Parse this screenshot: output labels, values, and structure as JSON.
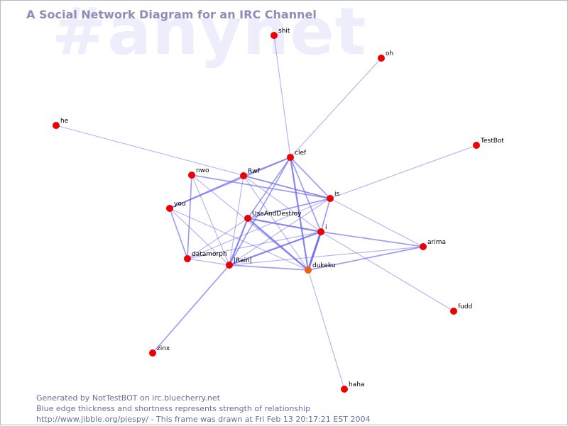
{
  "watermark": "#anynet",
  "title": "A Social Network Diagram for an IRC Channel",
  "footer": {
    "line1": "Generated by NotTestBOT on irc.bluecherry.net",
    "line2": "Blue edge thickness and shortness represents strength of relationship",
    "line3": "http://www.jibble.org/piespy/ - This frame was drawn at Fri Feb 13 20:17:21 EST 2004"
  },
  "colors": {
    "node": "#ee0000",
    "node_active": "#f06010",
    "edge": "#6a6af0",
    "title": "#8d8db8",
    "watermark": "#ededfb"
  },
  "nodes": [
    {
      "id": "shit",
      "label": "shit"
    },
    {
      "id": "oh",
      "label": "oh"
    },
    {
      "id": "he",
      "label": "he"
    },
    {
      "id": "TestBot",
      "label": "TestBot"
    },
    {
      "id": "clef",
      "label": "clef"
    },
    {
      "id": "nwo",
      "label": "nwo"
    },
    {
      "id": "Rwf",
      "label": "Rwf"
    },
    {
      "id": "is",
      "label": "is"
    },
    {
      "id": "you",
      "label": "you"
    },
    {
      "id": "UseAndDestroy",
      "label": "UseAndDestroy"
    },
    {
      "id": "i",
      "label": "i"
    },
    {
      "id": "arima",
      "label": "arima"
    },
    {
      "id": "datamorph",
      "label": "datamorph"
    },
    {
      "id": "Rain",
      "label": "|Rain|"
    },
    {
      "id": "dukeku",
      "label": "dukeku",
      "active": true
    },
    {
      "id": "fudd",
      "label": "fudd"
    },
    {
      "id": "zinx",
      "label": "zinx"
    },
    {
      "id": "haha",
      "label": "haha"
    }
  ],
  "edges": [
    {
      "from": "shit",
      "to": "clef",
      "weight": 1
    },
    {
      "from": "oh",
      "to": "clef",
      "weight": 1
    },
    {
      "from": "he",
      "to": "is",
      "weight": 1
    },
    {
      "from": "TestBot",
      "to": "is",
      "weight": 1
    },
    {
      "from": "clef",
      "to": "Rwf",
      "weight": 2
    },
    {
      "from": "clef",
      "to": "is",
      "weight": 2
    },
    {
      "from": "clef",
      "to": "UseAndDestroy",
      "weight": 2
    },
    {
      "from": "clef",
      "to": "i",
      "weight": 2
    },
    {
      "from": "clef",
      "to": "dukeku",
      "weight": 3
    },
    {
      "from": "clef",
      "to": "Rain",
      "weight": 2
    },
    {
      "from": "clef",
      "to": "you",
      "weight": 2
    },
    {
      "from": "nwo",
      "to": "is",
      "weight": 2
    },
    {
      "from": "nwo",
      "to": "datamorph",
      "weight": 2
    },
    {
      "from": "nwo",
      "to": "Rain",
      "weight": 1
    },
    {
      "from": "nwo",
      "to": "dukeku",
      "weight": 1
    },
    {
      "from": "Rwf",
      "to": "is",
      "weight": 2
    },
    {
      "from": "Rwf",
      "to": "you",
      "weight": 2
    },
    {
      "from": "Rwf",
      "to": "Rain",
      "weight": 1
    },
    {
      "from": "Rwf",
      "to": "dukeku",
      "weight": 1
    },
    {
      "from": "Rwf",
      "to": "i",
      "weight": 1
    },
    {
      "from": "is",
      "to": "i",
      "weight": 2
    },
    {
      "from": "is",
      "to": "UseAndDestroy",
      "weight": 2
    },
    {
      "from": "is",
      "to": "arima",
      "weight": 1
    },
    {
      "from": "is",
      "to": "Rain",
      "weight": 1
    },
    {
      "from": "is",
      "to": "datamorph",
      "weight": 1
    },
    {
      "from": "you",
      "to": "datamorph",
      "weight": 2
    },
    {
      "from": "you",
      "to": "Rain",
      "weight": 1
    },
    {
      "from": "you",
      "to": "dukeku",
      "weight": 1
    },
    {
      "from": "UseAndDestroy",
      "to": "i",
      "weight": 3
    },
    {
      "from": "UseAndDestroy",
      "to": "dukeku",
      "weight": 3
    },
    {
      "from": "UseAndDestroy",
      "to": "Rain",
      "weight": 3
    },
    {
      "from": "UseAndDestroy",
      "to": "datamorph",
      "weight": 1
    },
    {
      "from": "i",
      "to": "Rain",
      "weight": 3
    },
    {
      "from": "i",
      "to": "dukeku",
      "weight": 4
    },
    {
      "from": "i",
      "to": "arima",
      "weight": 2
    },
    {
      "from": "i",
      "to": "fudd",
      "weight": 1
    },
    {
      "from": "i",
      "to": "datamorph",
      "weight": 1
    },
    {
      "from": "arima",
      "to": "dukeku",
      "weight": 2
    },
    {
      "from": "arima",
      "to": "Rain",
      "weight": 1
    },
    {
      "from": "datamorph",
      "to": "Rain",
      "weight": 1
    },
    {
      "from": "Rain",
      "to": "dukeku",
      "weight": 2
    },
    {
      "from": "Rain",
      "to": "zinx",
      "weight": 2
    },
    {
      "from": "dukeku",
      "to": "haha",
      "weight": 1
    }
  ]
}
